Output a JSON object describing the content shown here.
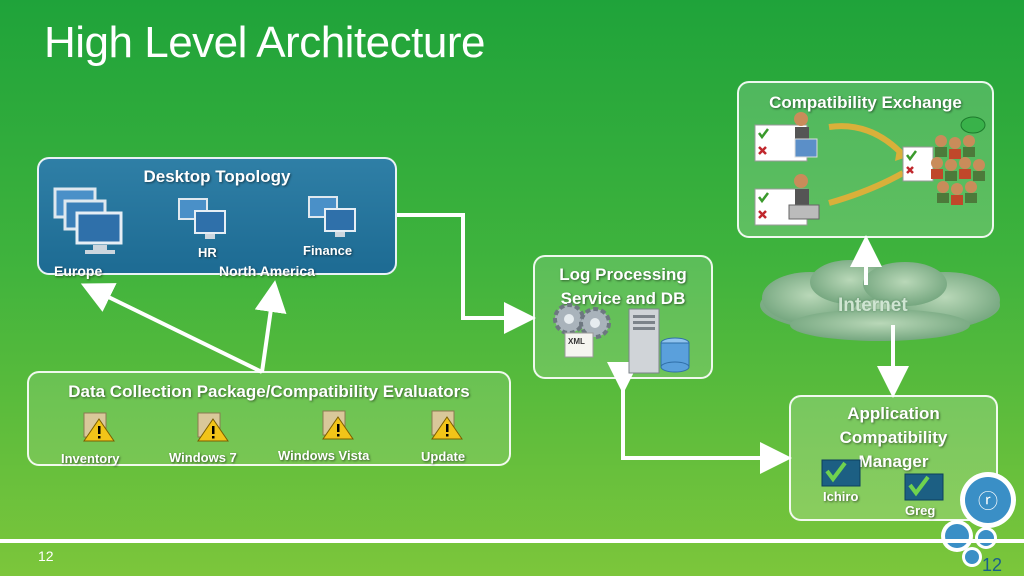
{
  "title": "High Level Architecture",
  "desktop_topology": {
    "title": "Desktop Topology",
    "europe": "Europe",
    "hr": "HR",
    "finance": "Finance",
    "north_america": "North America"
  },
  "data_collection": {
    "title": "Data Collection Package/Compatibility Evaluators",
    "items": [
      "Inventory",
      "Windows 7",
      "Windows Vista",
      "Update"
    ]
  },
  "log_processing": {
    "title_line1": "Log Processing",
    "title_line2": "Service and DB",
    "xml": "XML"
  },
  "compatibility_exchange": {
    "title": "Compatibility Exchange"
  },
  "internet": {
    "label": "Internet"
  },
  "acm": {
    "title_line1": "Application",
    "title_line2": "Compatibility",
    "title_line3": "Manager",
    "users": [
      "Ichiro",
      "Greg"
    ]
  },
  "footer": {
    "page_left": "12",
    "page_right": "12"
  },
  "colors": {
    "background": "#3fb33d",
    "desktop_box": "#1d6b93",
    "arrow": "#ffffff"
  }
}
